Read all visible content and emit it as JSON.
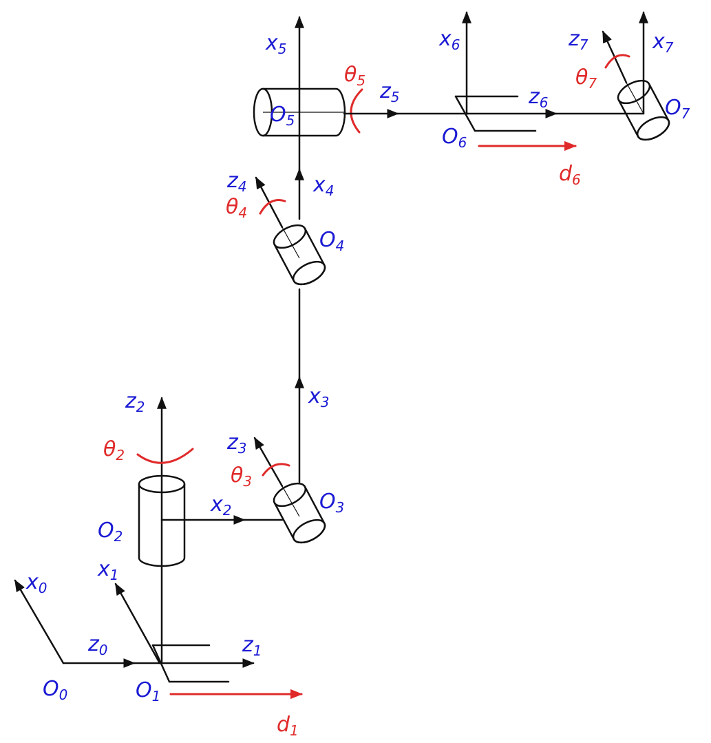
{
  "labels": {
    "x0": "x0",
    "z0": "z0",
    "O0": "O0",
    "x1": "x1",
    "z1": "z1",
    "O1": "O1",
    "d1": "d1",
    "z2": "z2",
    "x2": "x2",
    "O2": "O2",
    "theta2": "θ2",
    "z3": "z3",
    "x3": "x3",
    "O3": "O3",
    "theta3": "θ3",
    "z4": "z4",
    "x4": "x4",
    "O4": "O4",
    "theta4": "θ4",
    "x5": "x5",
    "z5": "z5",
    "O5": "O5",
    "theta5": "θ5",
    "x6": "x6",
    "z6": "z6",
    "O6": "O6",
    "d6": "d6",
    "z7": "z7",
    "x7": "x7",
    "O7": "O7",
    "theta7": "θ7"
  },
  "colors": {
    "axis_label": "#1a1ad4",
    "joint_variable": "#e02a2a",
    "lines": "#111111"
  }
}
